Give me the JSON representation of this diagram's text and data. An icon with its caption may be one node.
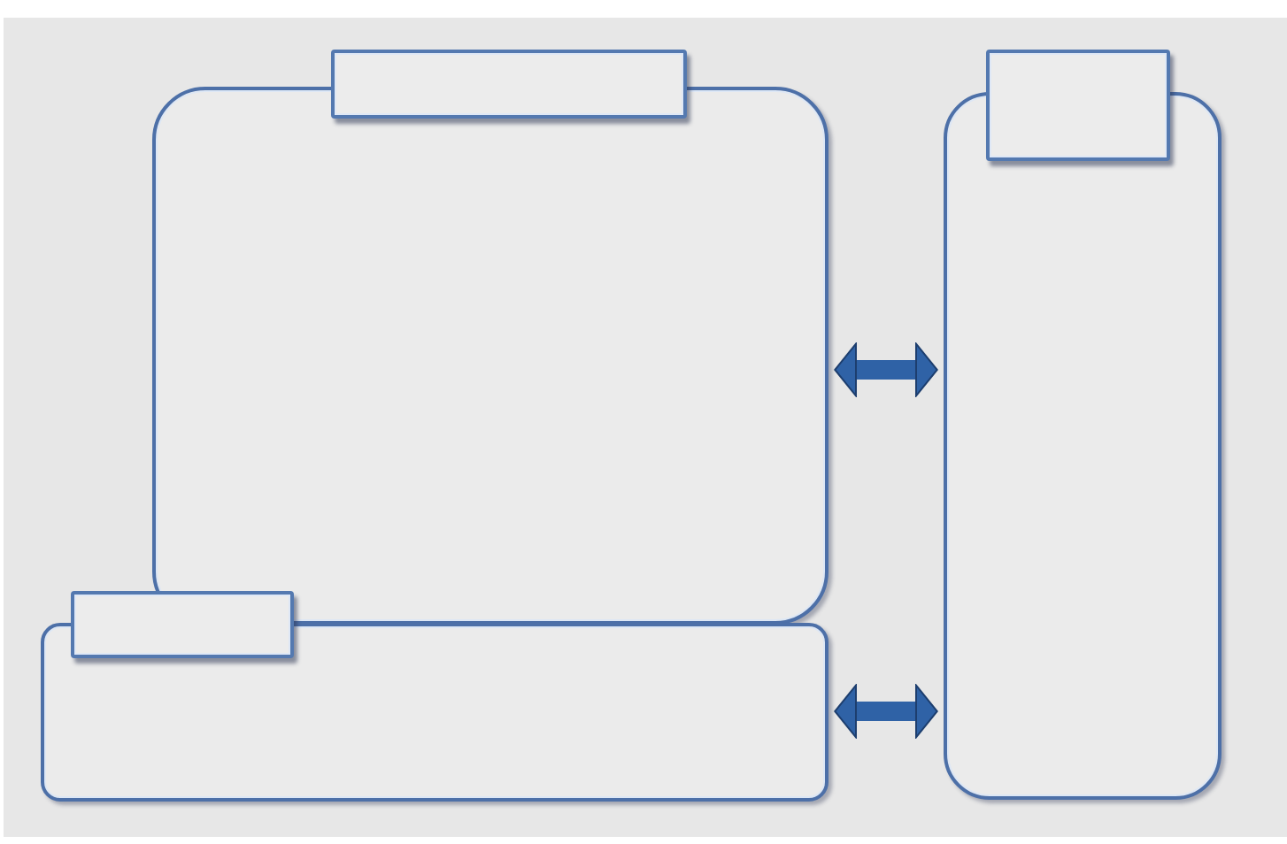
{
  "diagram": {
    "nodes": [
      {
        "text": [],
        "shape": "box"
      },
      {
        "text": [],
        "shape": "box"
      },
      {
        "text": [],
        "shape": "box"
      },
      {
        "text": [],
        "shape": "box"
      },
      {
        "text": [],
        "shape": "box"
      },
      {
        "text": [],
        "shape": "box"
      }
    ],
    "edges": [
      {
        "from": 0,
        "to": 4,
        "arrow": "both"
      },
      {
        "from": 2,
        "to": 4,
        "arrow": "both"
      }
    ]
  }
}
